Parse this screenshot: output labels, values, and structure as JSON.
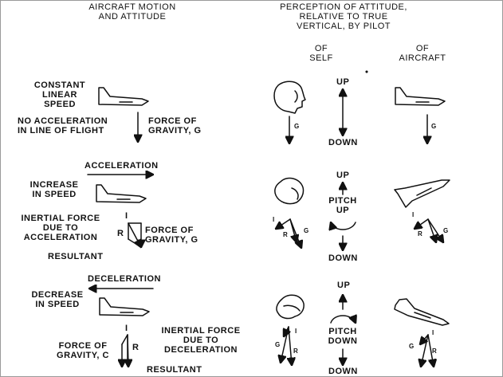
{
  "headers": {
    "left": "AIRCRAFT MOTION\nAND ATTITUDE",
    "right": "PERCEPTION OF ATTITUDE,\nRELATIVE TO TRUE\nVERTICAL, BY PILOT",
    "of_self": "OF\nSELF",
    "of_aircraft": "OF\nAIRCRAFT"
  },
  "row1": {
    "speed": "CONSTANT\nLINEAR\nSPEED",
    "no_accel": "NO ACCELERATION\nIN LINE OF FLIGHT",
    "gravity": "FORCE OF\nGRAVITY, g",
    "up": "UP",
    "down": "DOWN",
    "g_self": "g",
    "g_aircraft": "g"
  },
  "row2": {
    "title": "ACCELERATION",
    "speed": "INCREASE\nIN SPEED",
    "inertial": "INERTIAL FORCE\nDUE TO\nACCELERATION",
    "gravity": "FORCE OF\nGRAVITY, g",
    "resultant": "RESULTANT",
    "i_label": "I",
    "r_label": "R",
    "up": "UP",
    "pitch": "PITCH\nUP",
    "down": "DOWN",
    "self_i": "I",
    "self_r": "R",
    "self_g": "g",
    "ac_i": "I",
    "ac_r": "R",
    "ac_g": "g"
  },
  "row3": {
    "title": "DECELERATION",
    "speed": "DECREASE\nIN SPEED",
    "gravity": "FORCE OF\nGRAVITY, c",
    "inertial": "INERTIAL FORCE\nDUE TO\nDECELERATION",
    "resultant": "RESULTANT",
    "i_label": "I",
    "r_label": "R",
    "up": "UP",
    "pitch": "PITCH\nDOWN",
    "down": "DOWN",
    "self_i": "I",
    "self_r": "R",
    "self_g": "g",
    "ac_i": "I",
    "ac_r": "R",
    "ac_g": "g"
  }
}
